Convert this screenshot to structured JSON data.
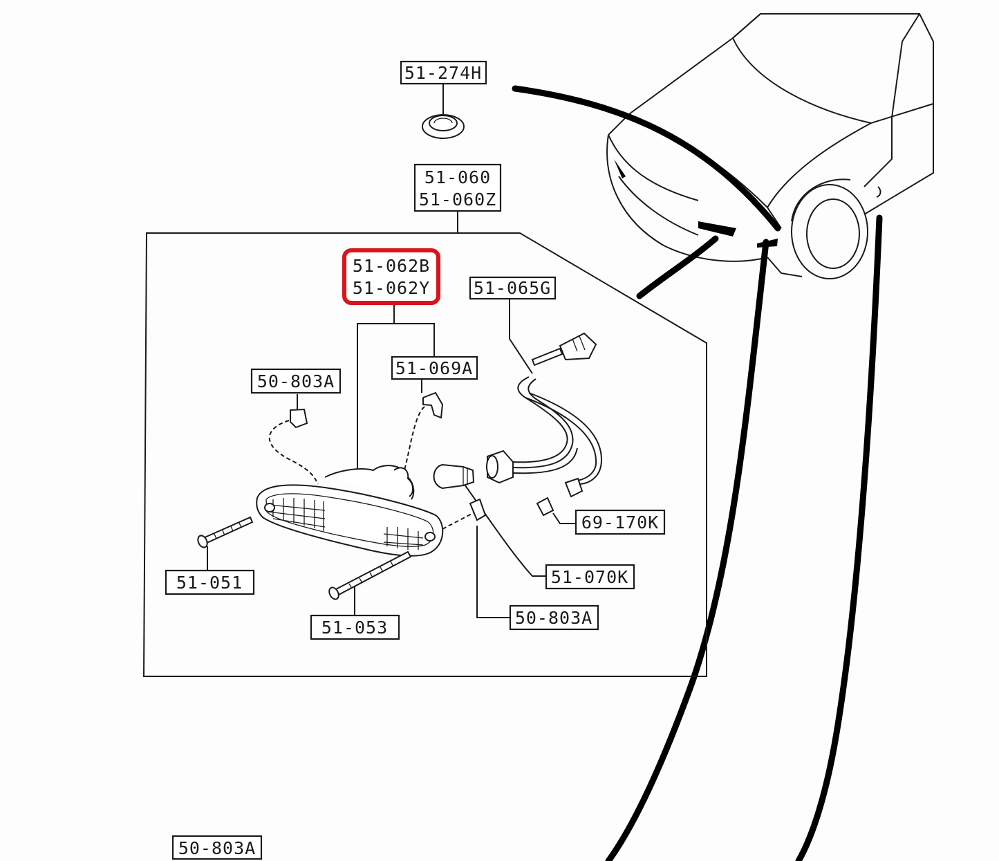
{
  "labels": {
    "grommet": "51-274H",
    "lamp_assy_1": "51-060",
    "lamp_assy_2": "51-060Z",
    "lens_1": "51-062B",
    "lens_2": "51-062Y",
    "harness": "51-065G",
    "clip_top_right": "51-069A",
    "clip_left": "50-803A",
    "clip_bottom": "50-803A",
    "screw_left": "51-051",
    "screw_mid": "51-053",
    "bulb": "51-070K",
    "bulb_socket_clip": "69-170K",
    "stray_label": "50-803A"
  },
  "colors": {
    "highlight": "#d9151b",
    "ink": "#1a1a1a"
  }
}
